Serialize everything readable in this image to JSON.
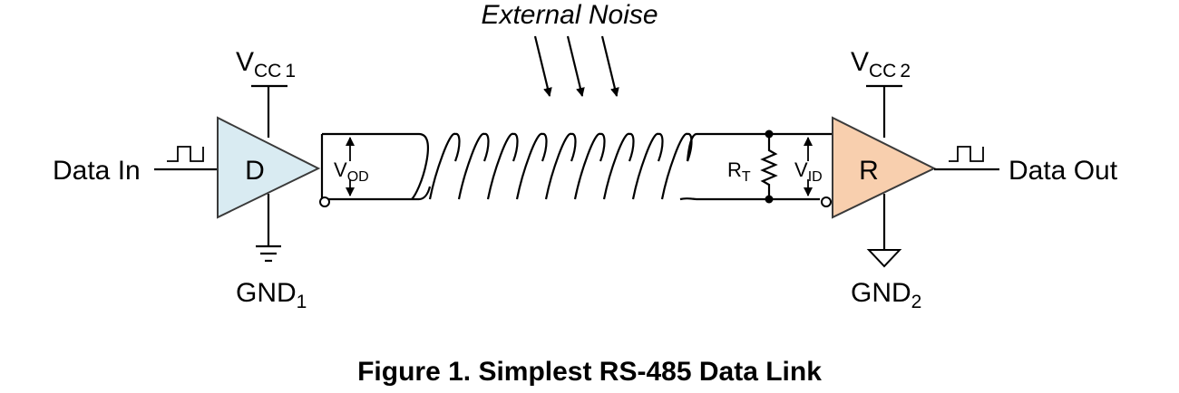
{
  "noise": {
    "label": "External Noise"
  },
  "driver": {
    "letter": "D",
    "fill": "#d9ebf2",
    "vcc_main": "V",
    "vcc_sub": "CC",
    "vcc_num": "1",
    "gnd_main": "GND",
    "gnd_sub": "1",
    "input_label": "Data In"
  },
  "receiver": {
    "letter": "R",
    "fill": "#f8cfae",
    "vcc_main": "V",
    "vcc_sub": "CC",
    "vcc_num": "2",
    "gnd_main": "GND",
    "gnd_sub": "2",
    "output_label": "Data Out"
  },
  "line": {
    "vod_main": "V",
    "vod_sub": "OD",
    "rt_main": "R",
    "rt_sub": "T",
    "vid_main": "V",
    "vid_sub": "ID"
  },
  "caption": "Figure 1. Simplest RS-485 Data Link"
}
